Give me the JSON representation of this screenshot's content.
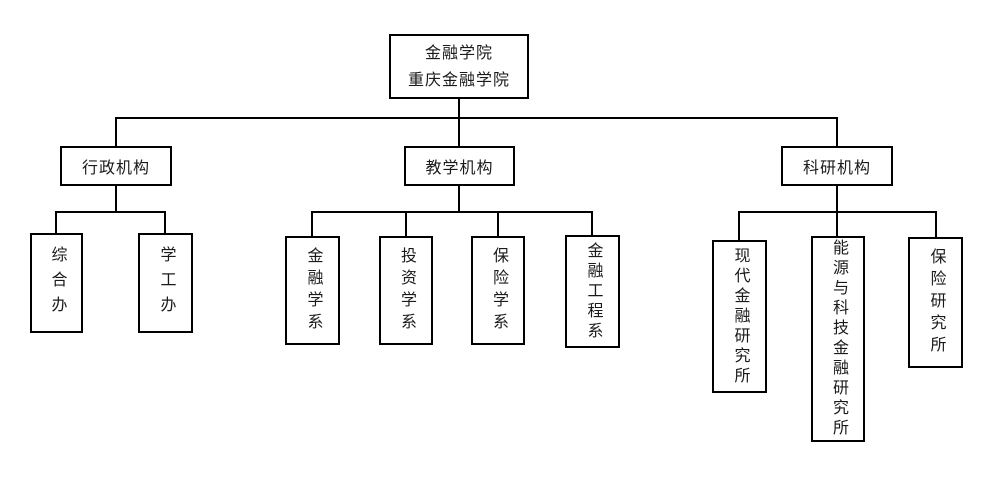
{
  "org": {
    "root": {
      "title_line1": "金融学院",
      "title_line2": "重庆金融学院"
    },
    "branches": [
      {
        "label": "行政机构",
        "children": [
          {
            "label": "综合办"
          },
          {
            "label": "学工办"
          }
        ]
      },
      {
        "label": "教学机构",
        "children": [
          {
            "label": "金融学系"
          },
          {
            "label": "投资学系"
          },
          {
            "label": "保险学系"
          },
          {
            "label": "金融工程系"
          }
        ]
      },
      {
        "label": "科研机构",
        "children": [
          {
            "label": "现代金融研究所"
          },
          {
            "label": "能源与科技金融研究所"
          },
          {
            "label": "保险研究所"
          }
        ]
      }
    ],
    "colors": {
      "line": "#000000",
      "box_border": "#000000",
      "background": "#ffffff",
      "text": "#1a1a1a"
    }
  }
}
